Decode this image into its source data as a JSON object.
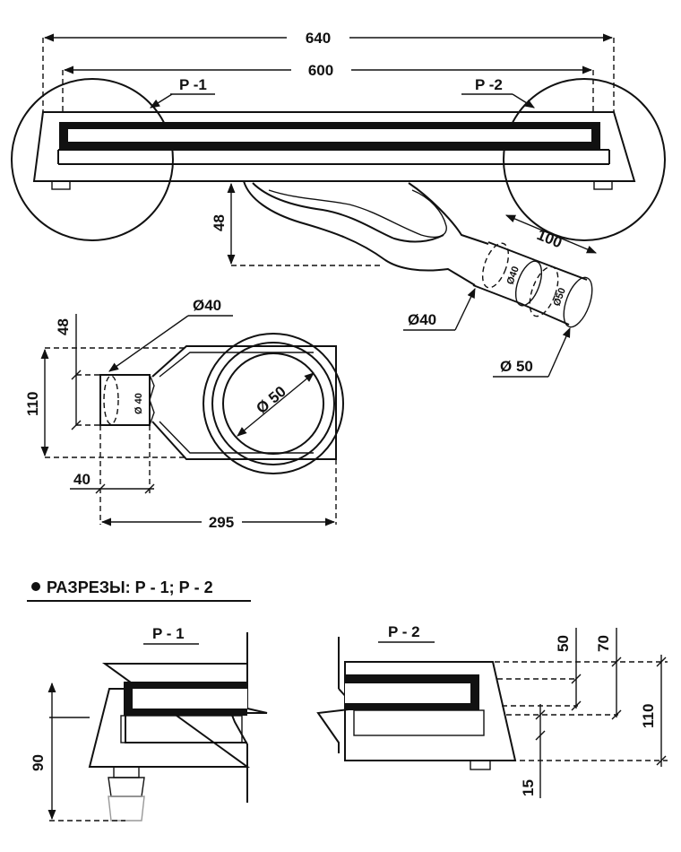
{
  "top_view": {
    "overall_length": "640",
    "channel_length": "600",
    "section_mark_1": "P -1",
    "section_mark_2": "P -2",
    "height_48": "48",
    "outlet_length": "100",
    "outlet_d40": "Ø40",
    "outlet_d50": "Ø 50",
    "inner_d40": "Ø40",
    "inner_d50": "Ø50"
  },
  "plan_view": {
    "label_d40": "Ø40",
    "inner_d40": "Ø 40",
    "label_d50": "Ø 50",
    "dim_48": "48",
    "dim_110": "110",
    "dim_40": "40",
    "dim_295": "295"
  },
  "sections": {
    "heading": "РАЗРЕЗЫ: Р - 1; Р - 2",
    "p1_title": "P - 1",
    "p2_title": "P - 2",
    "dim_90": "90",
    "dim_50": "50",
    "dim_70": "70",
    "dim_110": "110",
    "dim_15": "15"
  }
}
